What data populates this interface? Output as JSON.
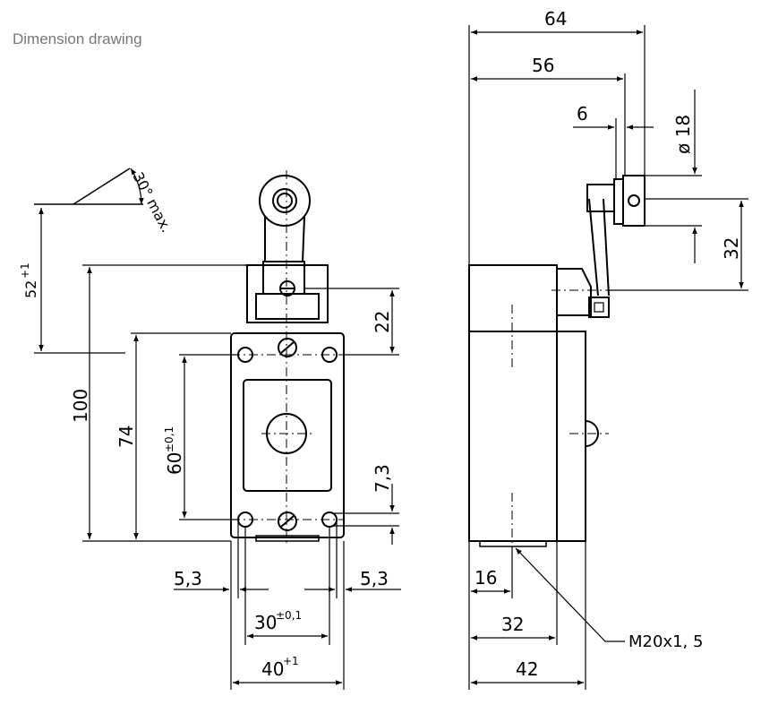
{
  "header": {
    "caption": "Dimension drawing"
  },
  "front_view": {
    "angle_label": "30° max.",
    "overtravel_label": "52",
    "overtravel_tol": "+1",
    "height_total": "100",
    "height_mount": "74",
    "hole_spacing_v": "60",
    "hole_spacing_v_tol": "±0,1",
    "roller_offset": "22",
    "slot_length": "7,3",
    "edge_left": "5,3",
    "edge_right": "5,3",
    "hole_spacing_h": "30",
    "hole_spacing_h_tol": "±0,1",
    "width": "40",
    "width_tol": "+1"
  },
  "side_view": {
    "depth_total": "64",
    "depth_lever": "56",
    "roller_width": "6",
    "roller_diameter": "ø 18",
    "lever_height": "32",
    "conduit_offset": "16",
    "conduit_depth": "32",
    "body_depth": "42",
    "thread_label": "M20x1, 5"
  },
  "colors": {
    "line": "#000000",
    "caption": "#777777"
  }
}
